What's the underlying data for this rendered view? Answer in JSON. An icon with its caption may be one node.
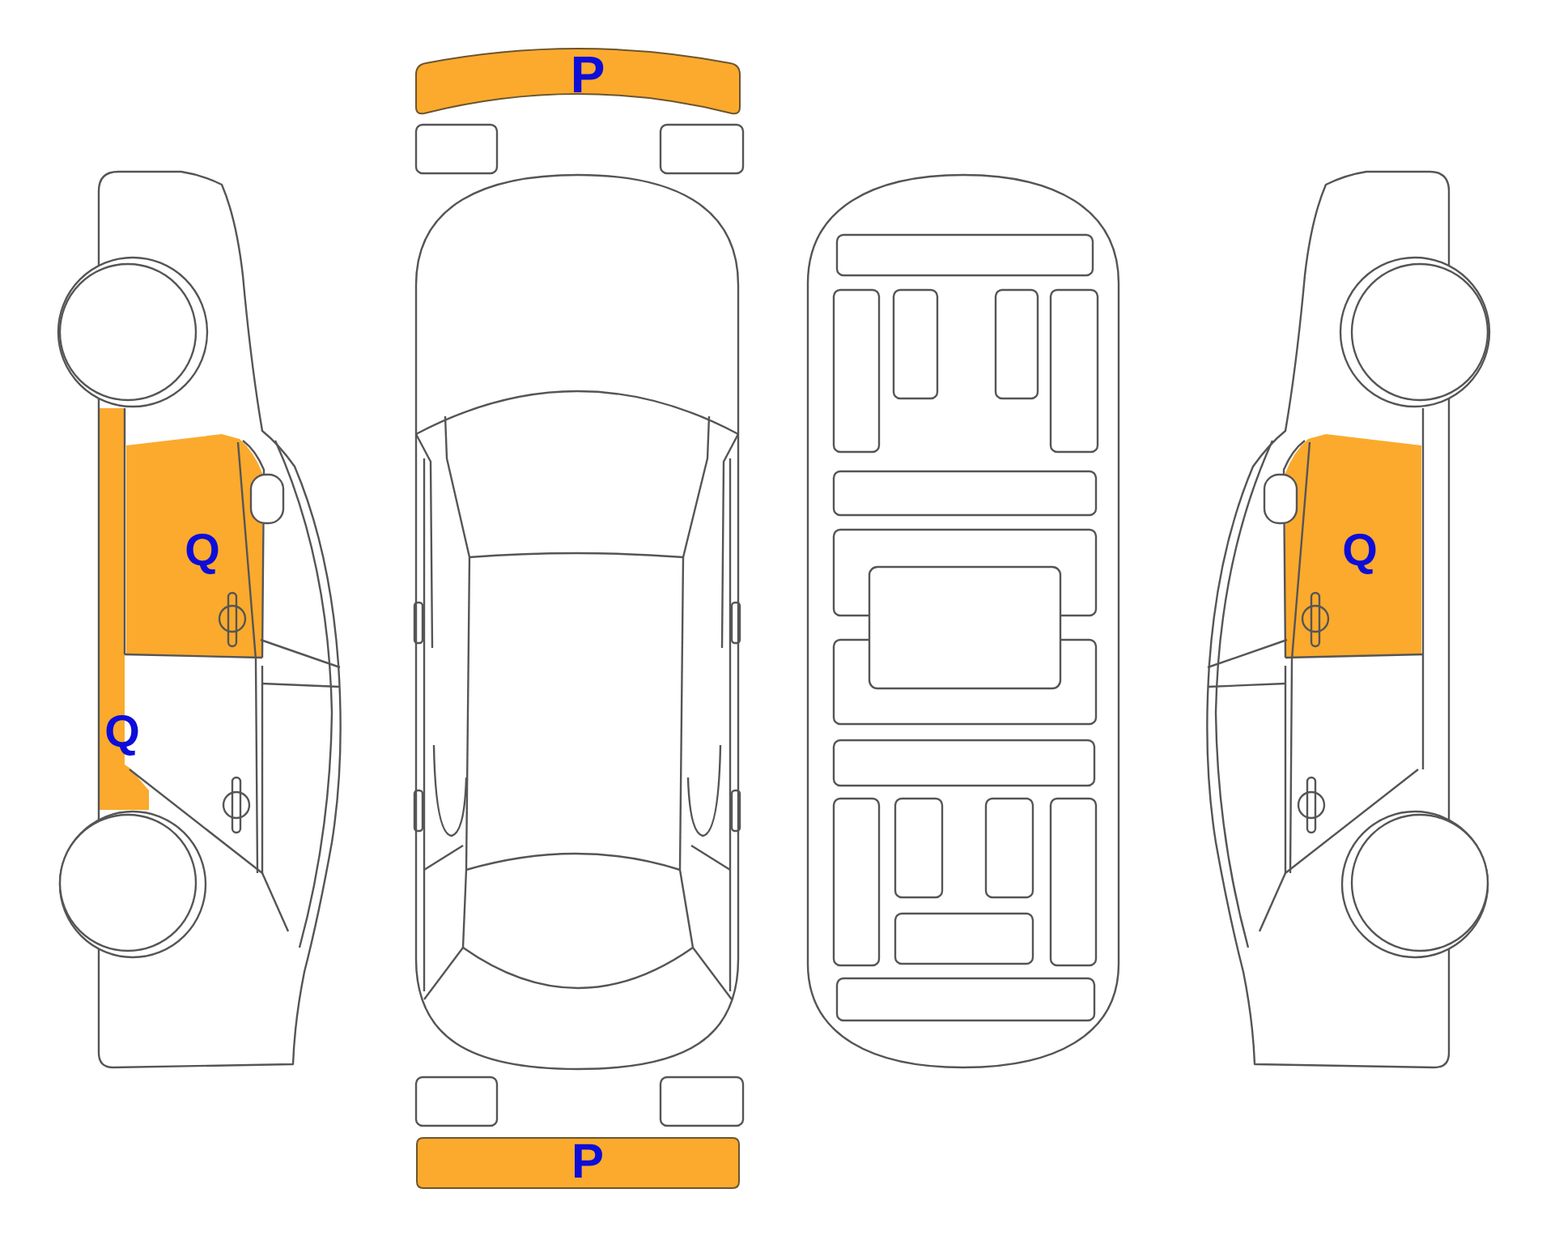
{
  "diagram": {
    "nodes": [
      {
        "text": [
          "P"
        ]
      },
      {
        "text": [
          "Q"
        ]
      },
      {
        "text": [
          "Q"
        ]
      },
      {
        "text": [
          "Q"
        ]
      },
      {
        "text": [
          "P"
        ]
      }
    ]
  }
}
